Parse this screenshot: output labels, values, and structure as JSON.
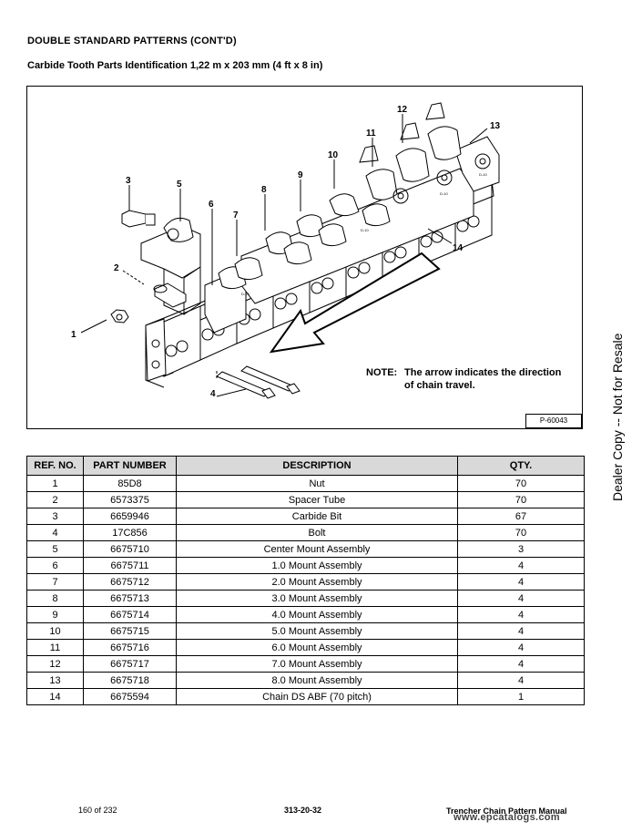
{
  "header": {
    "title": "DOUBLE STANDARD PATTERNS (CONT'D)",
    "subtitle": "Carbide Tooth Parts Identification 1,22 m x 203 mm (4 ft x 8 in)"
  },
  "figure": {
    "callouts": [
      "1",
      "2",
      "3",
      "4",
      "5",
      "6",
      "7",
      "8",
      "9",
      "10",
      "11",
      "12",
      "13",
      "14"
    ],
    "note_label": "NOTE:",
    "note_line1": "The arrow indicates the direction",
    "note_line2": "of chain travel.",
    "figure_id": "P-60043",
    "block_labels": [
      "D-10",
      "D-10",
      "D-10",
      "D-10"
    ]
  },
  "table": {
    "headers": [
      "REF. NO.",
      "PART NUMBER",
      "DESCRIPTION",
      "QTY."
    ],
    "rows": [
      [
        "1",
        "85D8",
        "Nut",
        "70"
      ],
      [
        "2",
        "6573375",
        "Spacer Tube",
        "70"
      ],
      [
        "3",
        "6659946",
        "Carbide Bit",
        "67"
      ],
      [
        "4",
        "17C856",
        "Bolt",
        "70"
      ],
      [
        "5",
        "6675710",
        "Center Mount Assembly",
        "3"
      ],
      [
        "6",
        "6675711",
        "1.0 Mount Assembly",
        "4"
      ],
      [
        "7",
        "6675712",
        "2.0 Mount Assembly",
        "4"
      ],
      [
        "8",
        "6675713",
        "3.0 Mount Assembly",
        "4"
      ],
      [
        "9",
        "6675714",
        "4.0 Mount Assembly",
        "4"
      ],
      [
        "10",
        "6675715",
        "5.0 Mount Assembly",
        "4"
      ],
      [
        "11",
        "6675716",
        "6.0 Mount Assembly",
        "4"
      ],
      [
        "12",
        "6675717",
        "7.0 Mount Assembly",
        "4"
      ],
      [
        "13",
        "6675718",
        "8.0 Mount Assembly",
        "4"
      ],
      [
        "14",
        "6675594",
        "Chain DS ABF (70 pitch)",
        "1"
      ]
    ]
  },
  "side_text": "Dealer Copy -- Not for Resale",
  "footer": {
    "page": "160 of 232",
    "code": "313-20-32",
    "manual": "Trencher Chain Pattern Manual"
  },
  "watermark": "www.epcatalogs.com"
}
